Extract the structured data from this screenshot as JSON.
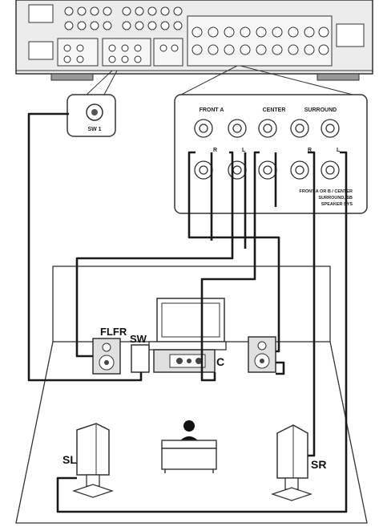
{
  "receiver": {
    "subwoofer_jack_label": "SW 1",
    "speaker_groups": [
      "FRONT A",
      "CENTER",
      "SURROUND"
    ],
    "channel_marks": [
      "R",
      "L",
      "R",
      "L"
    ],
    "panel_note_lines": [
      "FRONT A OR B / CENTER",
      "SURROUND, SB",
      "SPEAKER SYS"
    ]
  },
  "speakers": {
    "front_left_right": "FLFR",
    "subwoofer": "SW",
    "center": "C",
    "surround_left": "SL",
    "surround_right": "SR"
  },
  "colors": {
    "cable": "#1a1a1a",
    "device_fill": "#e8e8e8",
    "outline": "#333333"
  }
}
